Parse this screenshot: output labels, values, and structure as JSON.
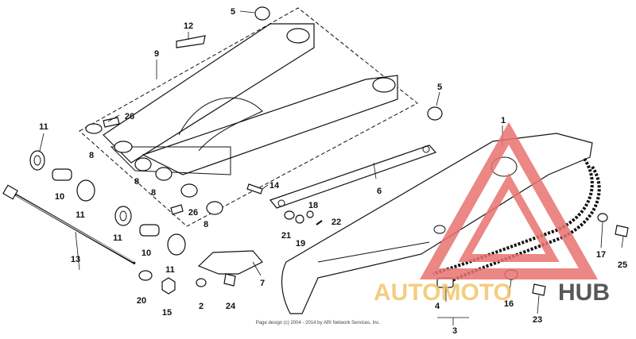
{
  "callouts": {
    "c1": "1",
    "c2": "2",
    "c3": "3",
    "c4": "4",
    "c5a": "5",
    "c5b": "5",
    "c6": "6",
    "c7": "7",
    "c8a": "8",
    "c8b": "8",
    "c8c": "8",
    "c8d": "8",
    "c9": "9",
    "c10a": "10",
    "c10b": "10",
    "c11a": "11",
    "c11b": "11",
    "c11c": "11",
    "c11d": "11",
    "c12": "12",
    "c13": "13",
    "c14": "14",
    "c15": "15",
    "c16": "16",
    "c17": "17",
    "c18": "18",
    "c19": "19",
    "c20": "20",
    "c21": "21",
    "c22": "22",
    "c23": "23",
    "c24": "24",
    "c25": "25",
    "c26a": "26",
    "c26b": "26"
  },
  "copyright": "Page design (c) 2004 - 2014 by ARI Network Services, Inc.",
  "watermark": {
    "part1": "AUTOMOTO",
    "part2": "HUB"
  },
  "colors": {
    "watermark_red": "#e8736f",
    "watermark_yellow": "#f3c56a",
    "watermark_dark": "#3a3a3a",
    "line": "#111111"
  }
}
